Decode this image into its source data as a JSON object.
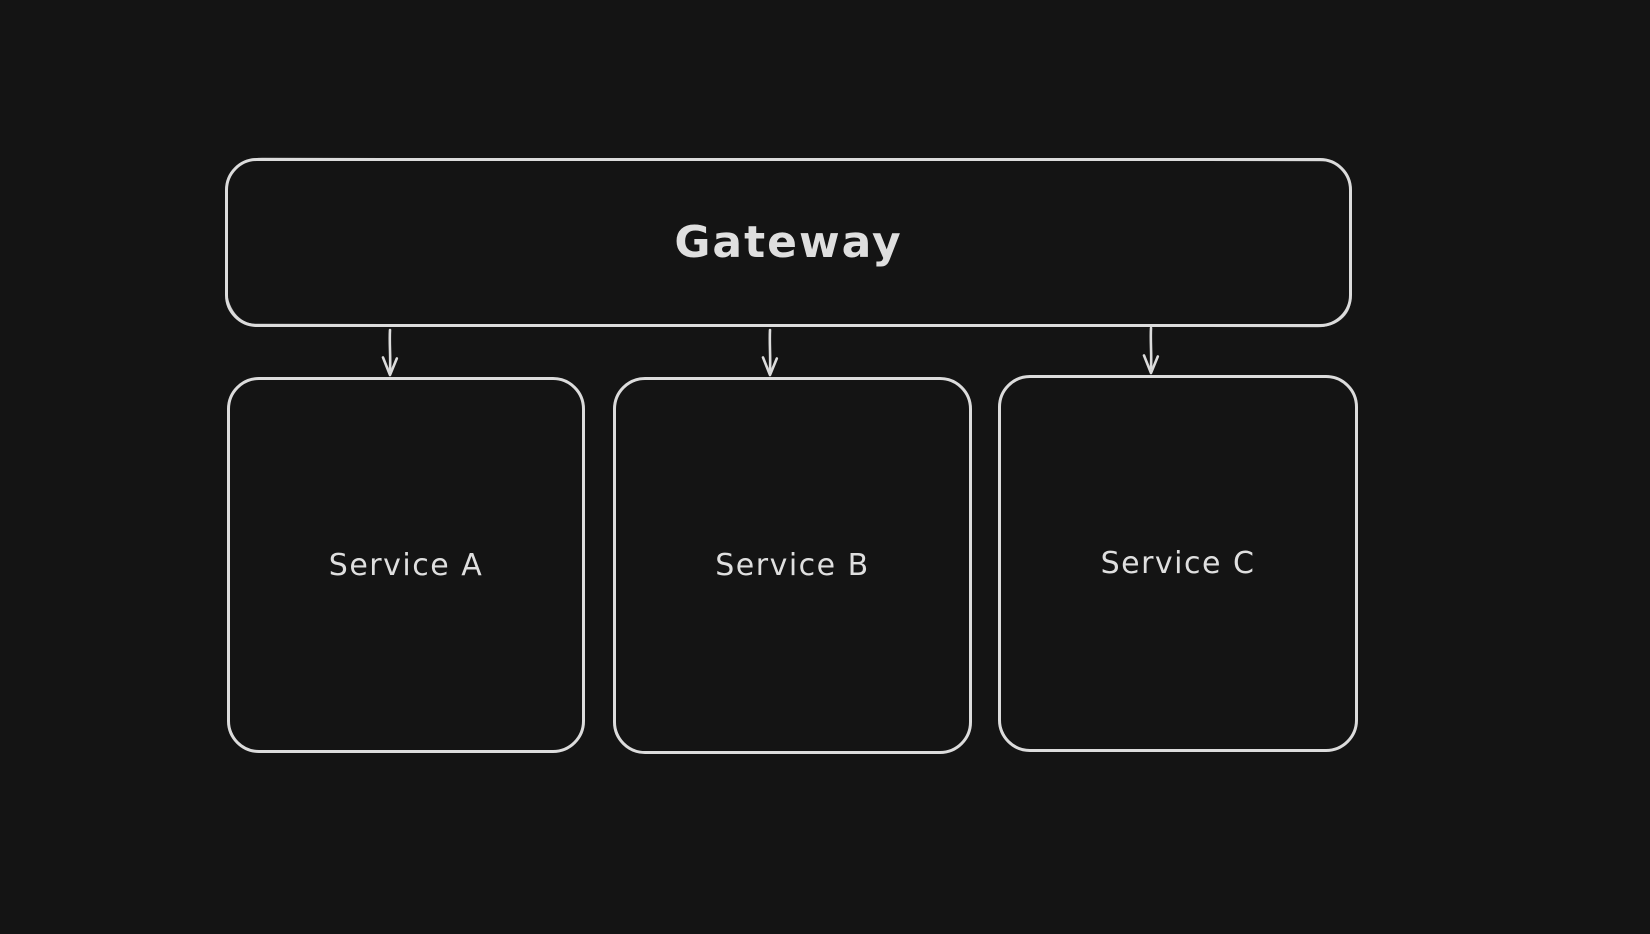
{
  "diagram": {
    "type": "flowchart",
    "style": "hand-drawn",
    "nodes": {
      "gateway": {
        "label": "Gateway"
      },
      "service_a": {
        "label": "Service A"
      },
      "service_b": {
        "label": "Service B"
      },
      "service_c": {
        "label": "Service C"
      }
    },
    "edges": [
      {
        "from": "gateway",
        "to": "service_a",
        "direction": "down"
      },
      {
        "from": "gateway",
        "to": "service_b",
        "direction": "down"
      },
      {
        "from": "gateway",
        "to": "service_c",
        "direction": "down"
      }
    ],
    "theme": {
      "background": "#141414",
      "stroke": "#dcdcdc",
      "text": "#dfdfdf"
    }
  }
}
